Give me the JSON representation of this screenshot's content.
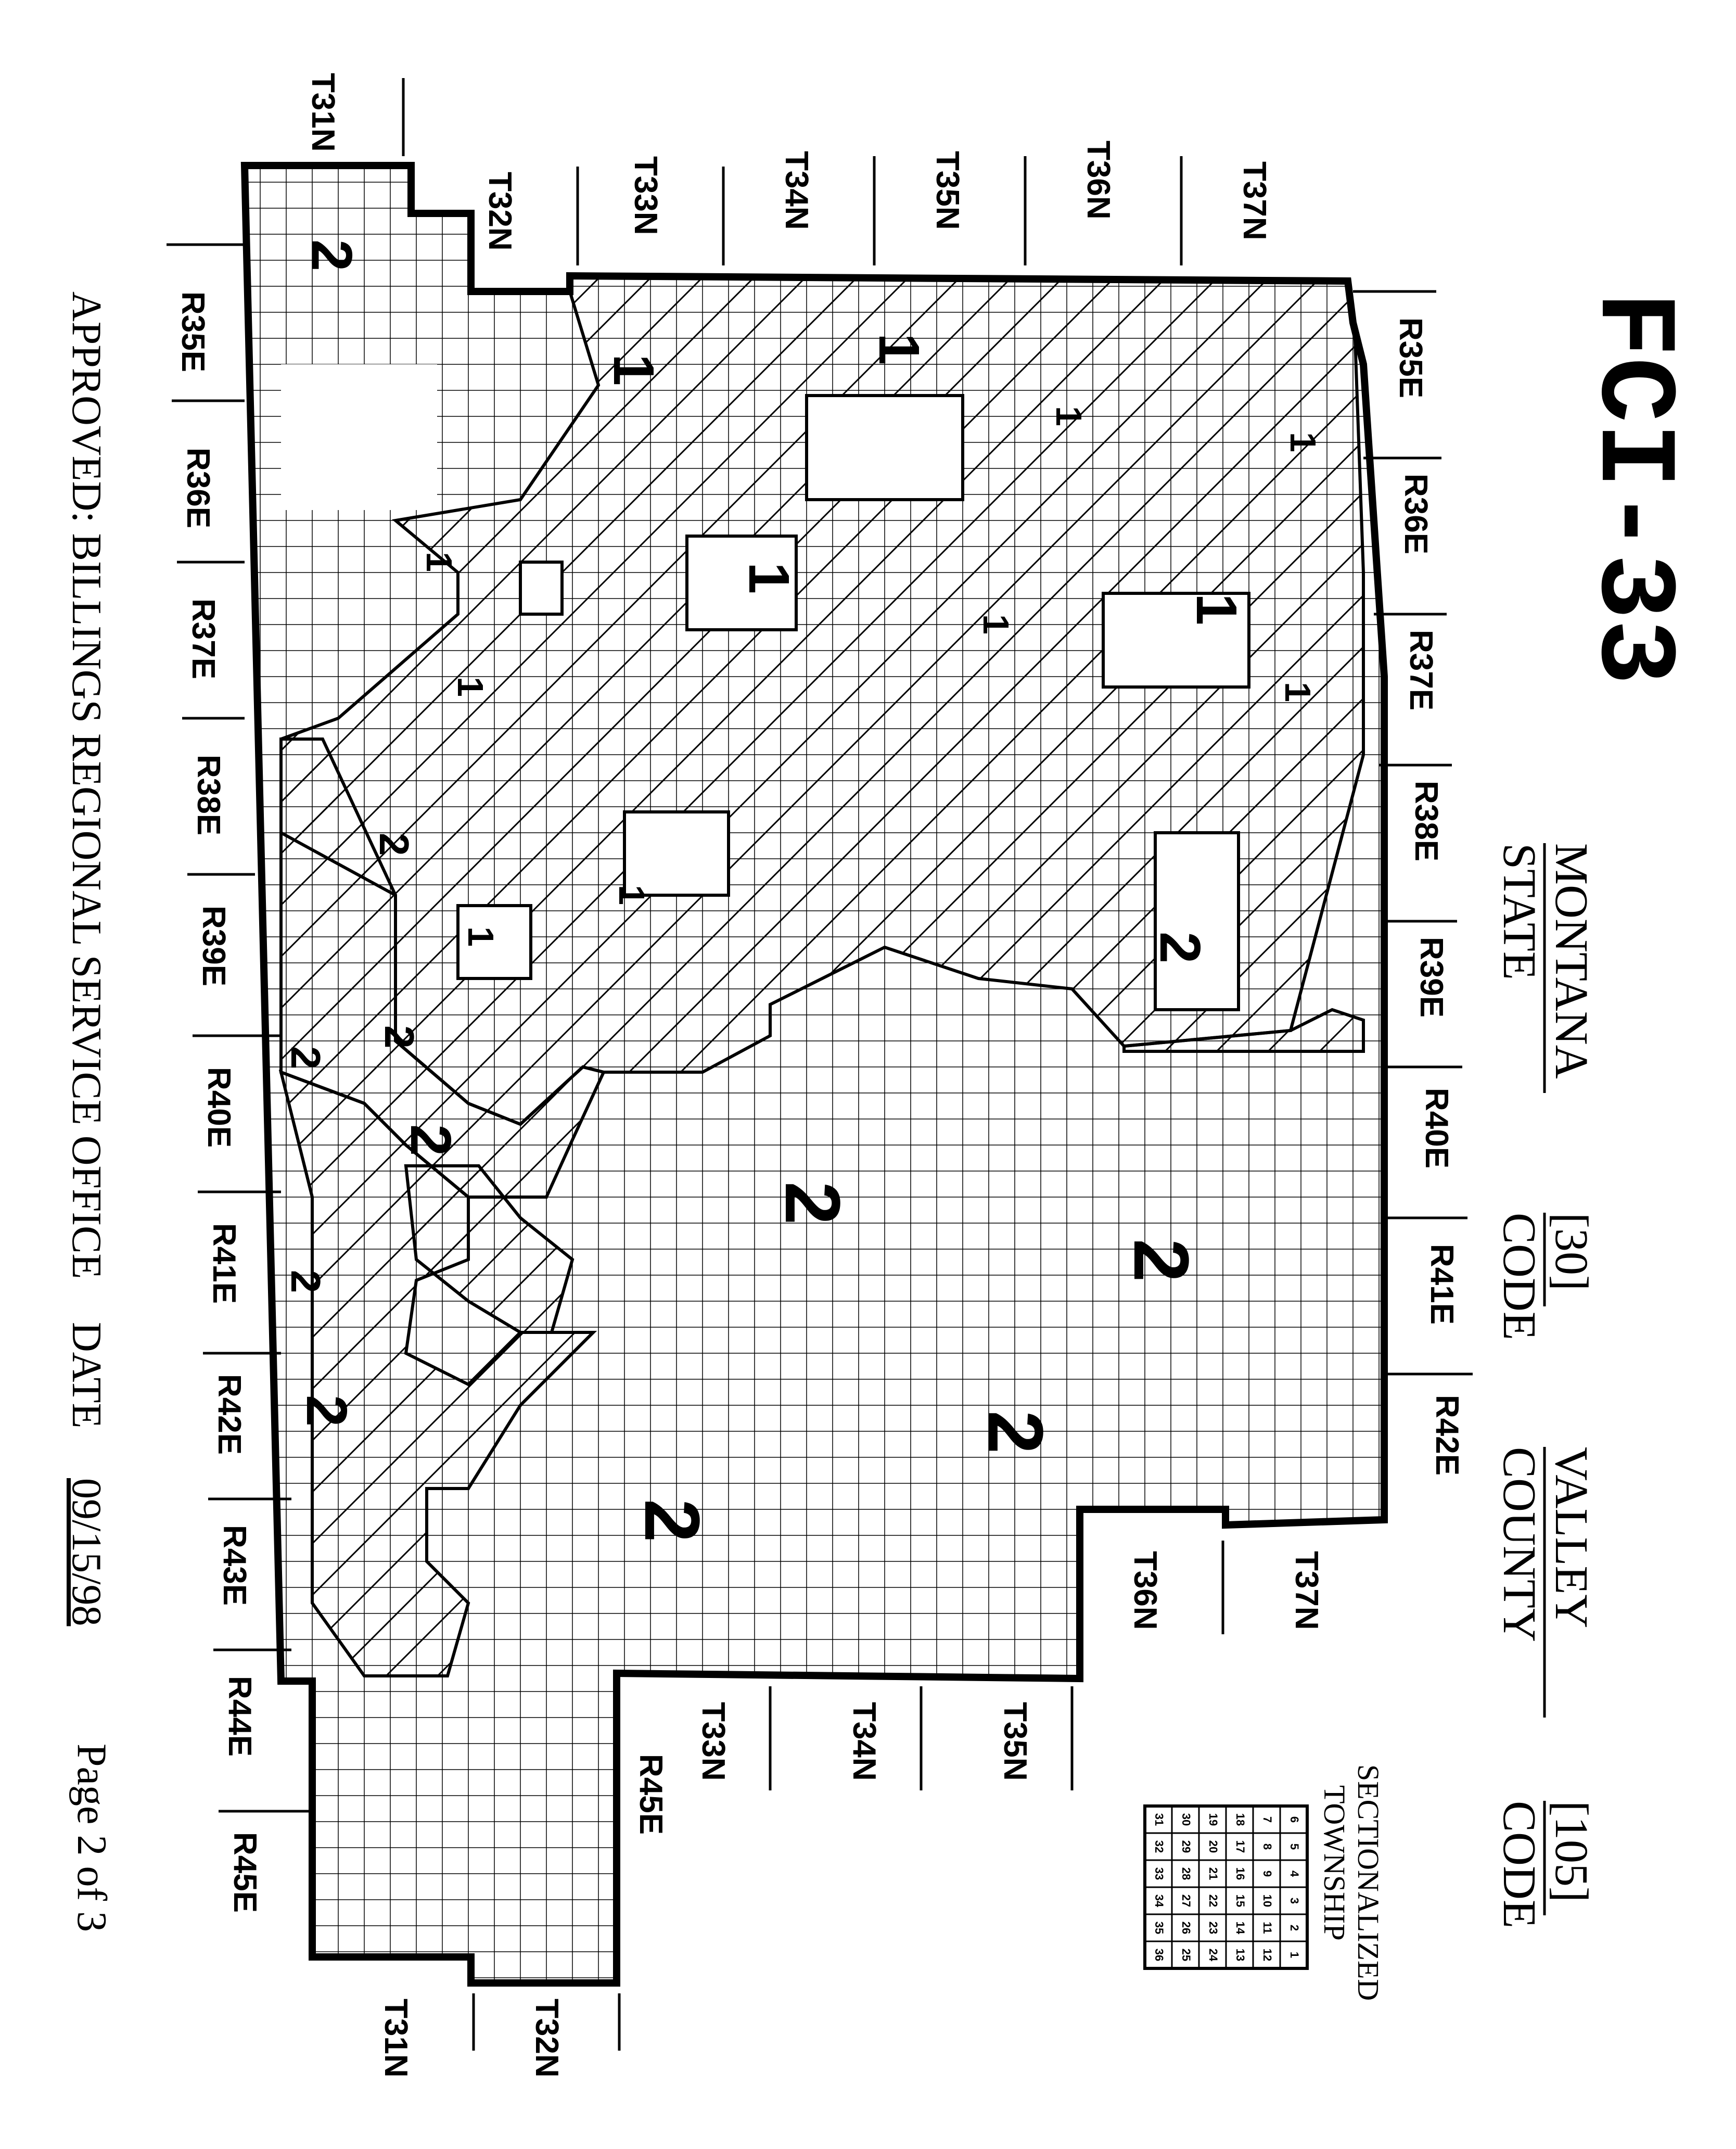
{
  "title": "FCI-33",
  "state": {
    "value": "MONTANA",
    "label": "STATE"
  },
  "code1": {
    "value": "[30]",
    "label": "CODE"
  },
  "county": {
    "value": "VALLEY",
    "label": "COUNTY"
  },
  "code2": {
    "value": "[105]",
    "label": "CODE"
  },
  "approved": "APPROVED: BILLINGS REGIONAL SERVICE OFFICE",
  "date": {
    "label": "DATE",
    "value": "09/15/98"
  },
  "page": "Page 2 of 3",
  "range_labels_left": [
    "R35E",
    "R36E",
    "R37E",
    "R38E",
    "R39E",
    "R40E",
    "R41E",
    "R42E",
    "R43E",
    "R44E",
    "R45E"
  ],
  "range_labels_right": [
    "R35E",
    "R36E",
    "R37E",
    "R38E",
    "R39E",
    "R40E",
    "R41E",
    "R42E"
  ],
  "range_label_bottom": "R45E",
  "township_labels_top": [
    "T31N",
    "T32N",
    "T33N",
    "T34N",
    "T35N",
    "T36N",
    "T37N"
  ],
  "township_labels_bottom": [
    "T31N",
    "T32N",
    "T33N",
    "T34N",
    "T35N",
    "T36N",
    "T37N"
  ],
  "legend": {
    "title_line1": "SECTIONALIZED",
    "title_line2": "TOWNSHIP",
    "rows": [
      [
        "6",
        "5",
        "4",
        "3",
        "2",
        "1"
      ],
      [
        "7",
        "8",
        "9",
        "10",
        "11",
        "12"
      ],
      [
        "18",
        "17",
        "16",
        "15",
        "14",
        "13"
      ],
      [
        "19",
        "20",
        "21",
        "22",
        "23",
        "24"
      ],
      [
        "30",
        "29",
        "28",
        "27",
        "26",
        "25"
      ],
      [
        "31",
        "32",
        "33",
        "34",
        "35",
        "36"
      ]
    ]
  },
  "zone_labels": [
    {
      "text": "1"
    },
    {
      "text": "1"
    },
    {
      "text": "1"
    },
    {
      "text": "1"
    },
    {
      "text": "1"
    },
    {
      "text": "1"
    },
    {
      "text": "1"
    },
    {
      "text": "1"
    },
    {
      "text": "1"
    },
    {
      "text": "1"
    },
    {
      "text": "1"
    },
    {
      "text": "1"
    },
    {
      "text": "2"
    },
    {
      "text": "2"
    },
    {
      "text": "2"
    },
    {
      "text": "2"
    },
    {
      "text": "2"
    },
    {
      "text": "2"
    },
    {
      "text": "2"
    },
    {
      "text": "2"
    },
    {
      "text": "2"
    },
    {
      "text": "2"
    },
    {
      "text": "2"
    },
    {
      "text": "2"
    }
  ],
  "colors": {
    "ink": "#000000",
    "paper": "#ffffff"
  }
}
